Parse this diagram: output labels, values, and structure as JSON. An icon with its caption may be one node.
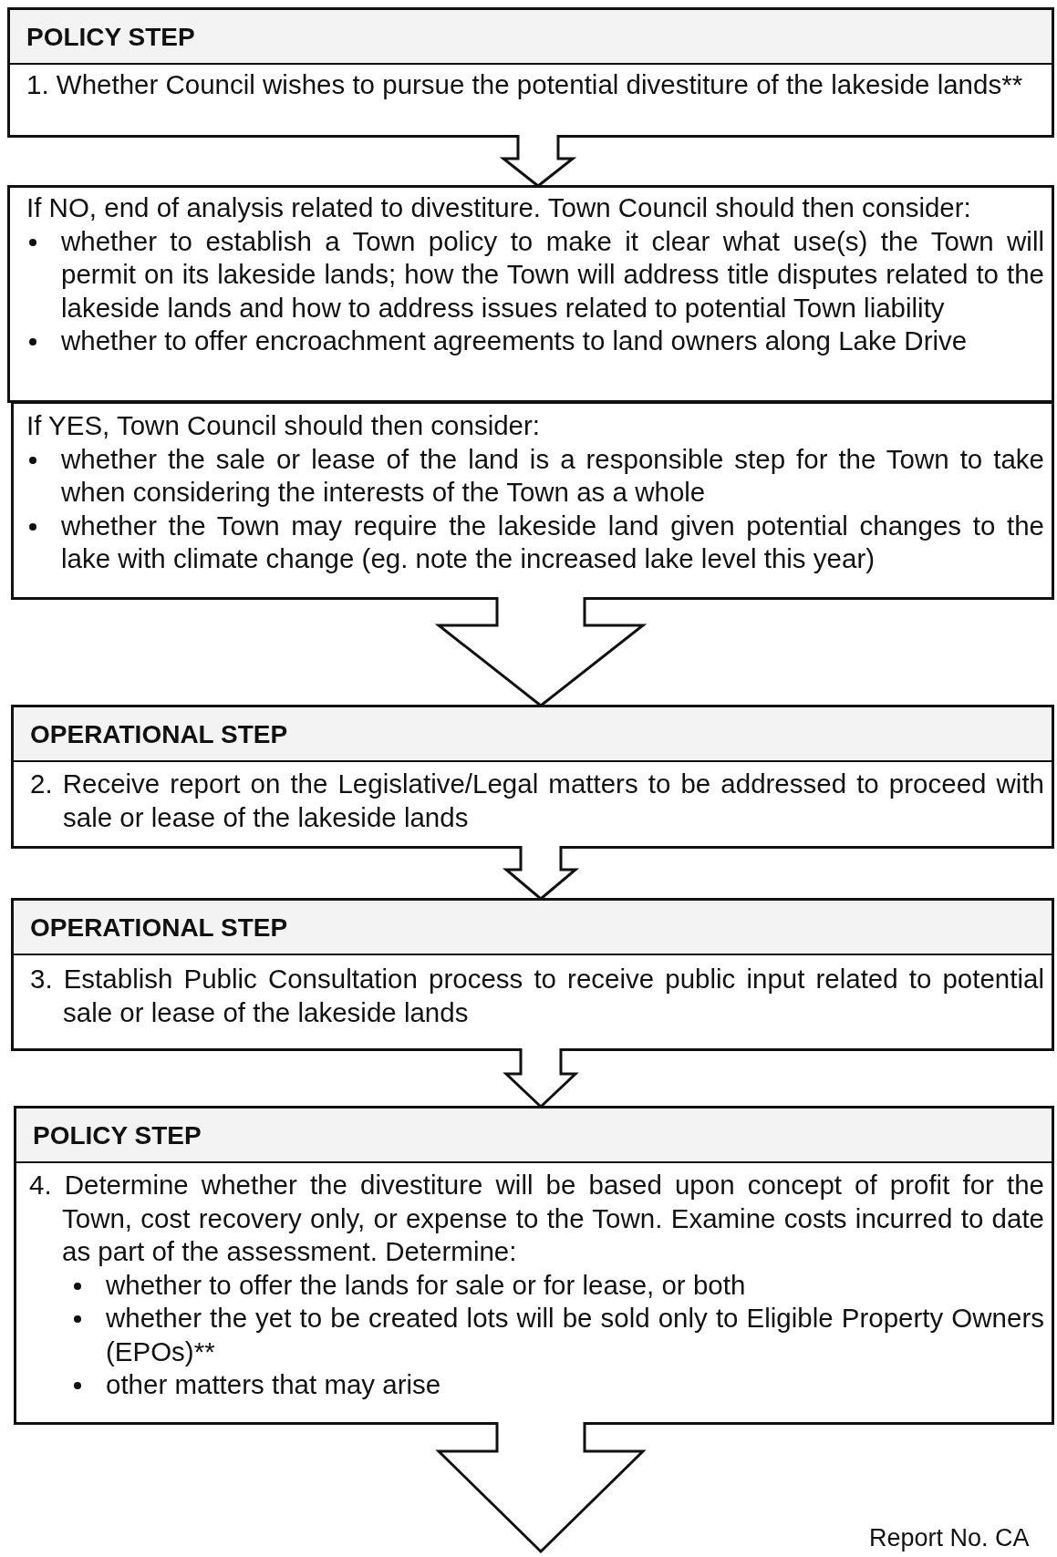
{
  "diagram": {
    "nodes": [
      {
        "text": [
          "POLICY STEP",
          "1. Whether Council wishes to pursue the potential divestiture of the lakeside lands**"
        ]
      },
      {
        "text": [
          "If NO, end of analysis related to divestiture.  Town Council should then consider:",
          "whether to establish a Town policy to make it clear what use(s) the Town will permit on its lakeside lands; how the Town will address title disputes related to the lakeside lands and how to address issues related to potential Town liability",
          "whether to offer encroachment agreements to land owners along Lake Drive"
        ]
      },
      {
        "text": [
          "If YES, Town Council should then consider:",
          "whether the sale or lease of the land is a responsible step for the Town to take when considering the interests of the Town as a whole",
          "whether the Town may require the lakeside land given potential changes to the lake with climate change (eg. note the increased lake level this year)"
        ]
      },
      {
        "text": [
          "OPERATIONAL STEP",
          "2. Receive report on the Legislative/Legal matters to be addressed to proceed with sale or lease of the lakeside lands"
        ]
      },
      {
        "text": [
          "OPERATIONAL STEP",
          "3. Establish Public Consultation process to receive public input related to potential sale or lease of the lakeside lands"
        ]
      },
      {
        "text": [
          "POLICY STEP",
          "4. Determine whether the divestiture will be based upon concept of profit for the Town, cost recovery only, or expense to the Town.  Examine costs incurred to date as part of the assessment.  Determine:",
          "whether to offer the lands for sale or for lease, or both",
          "whether the yet to be created lots will be sold only to Eligible Property Owners (EPOs)**",
          "other matters that may arise"
        ]
      }
    ],
    "edges": [
      {
        "from": 0,
        "to": 1,
        "arrow": "to"
      },
      {
        "from": 2,
        "to": 3,
        "arrow": "to"
      },
      {
        "from": 3,
        "to": 4,
        "arrow": "to"
      },
      {
        "from": 4,
        "to": 5,
        "arrow": "to"
      },
      {
        "from": 5,
        "to": null,
        "arrow": "to"
      }
    ],
    "labels": [
      "Report No. CA"
    ]
  }
}
